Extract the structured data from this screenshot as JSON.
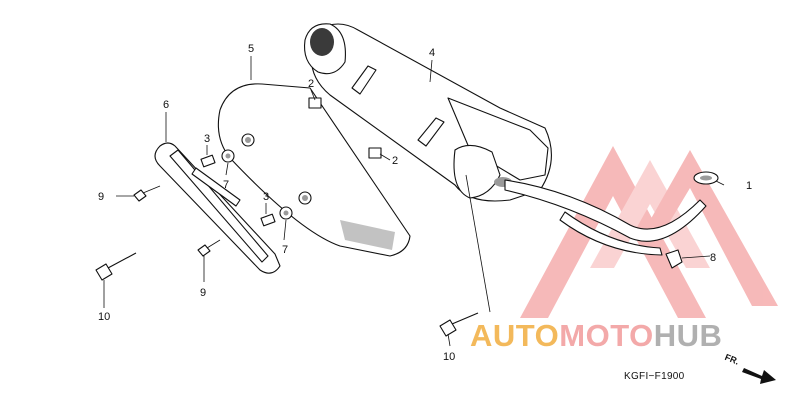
{
  "diagram": {
    "part_labels": {
      "p1": "1",
      "p2a": "2",
      "p2b": "2",
      "p3a": "3",
      "p3b": "3",
      "p4": "4",
      "p5": "5",
      "p6": "6",
      "p7a": "7",
      "p7b": "7",
      "p8": "8",
      "p9a": "9",
      "p9b": "9",
      "p10a": "10",
      "p10b": "10"
    },
    "diagram_code": "KGFI−F1900",
    "direction_label": "FR."
  },
  "watermark": {
    "word_part1": "AUTO",
    "word_part2": "MOTO",
    "word_part3": "HUB",
    "color_orange": "#f2b24a",
    "color_pink": "#f2a0a0",
    "color_gray": "#a8a8a8"
  }
}
